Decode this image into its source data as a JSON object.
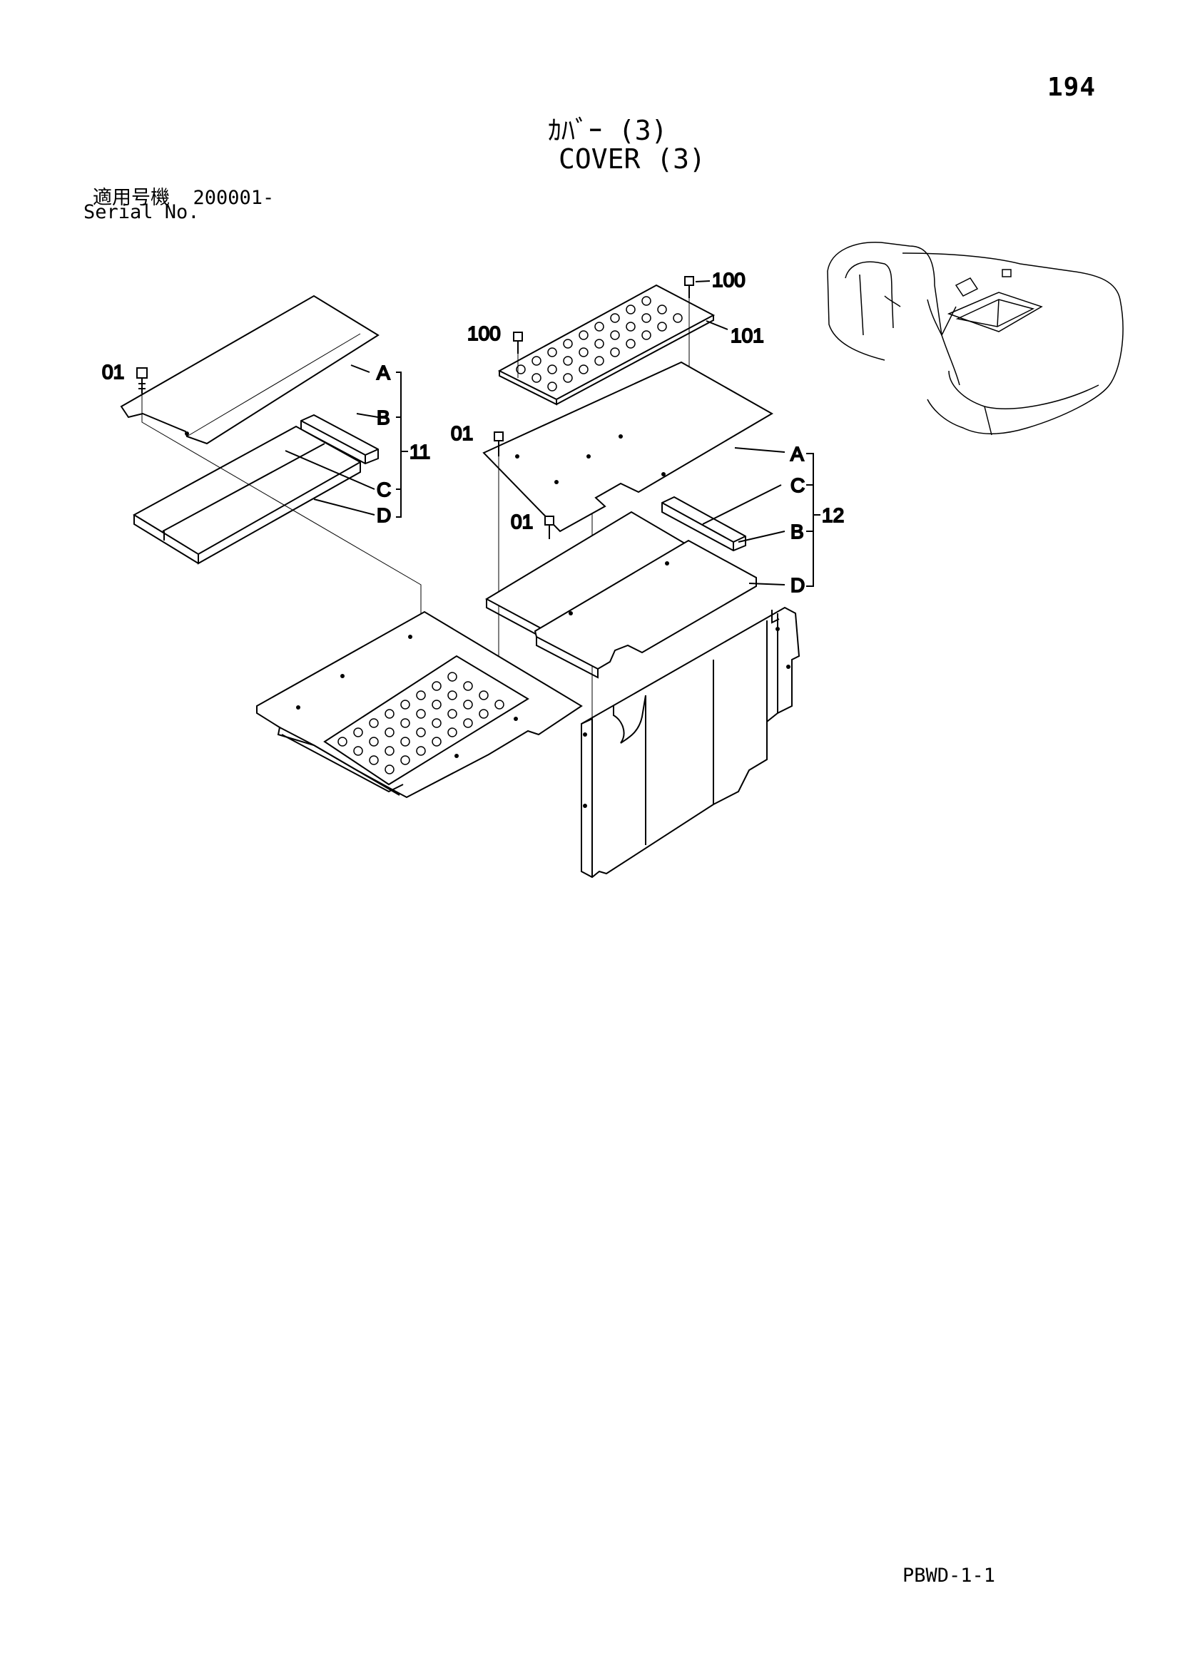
{
  "page": {
    "number": "194",
    "title_jp": "ｶﾊﾞｰ (3)",
    "title_en": "COVER (3)",
    "serial_label_jp": "適用号機",
    "serial_value": "200001-",
    "serial_label_en": "Serial No.",
    "doc_code": "PBWD-1-1"
  },
  "callouts": {
    "left_bolt": "01",
    "left_a": "A",
    "left_b": "B",
    "left_c": "C",
    "left_d": "D",
    "left_group": "11",
    "top_bolt_left": "100",
    "top_bolt_right": "100",
    "plate": "101",
    "mid_bolt_upper": "01",
    "mid_bolt_lower": "01",
    "right_a": "A",
    "right_c": "C",
    "right_b": "B",
    "right_d": "D",
    "right_group": "12"
  }
}
